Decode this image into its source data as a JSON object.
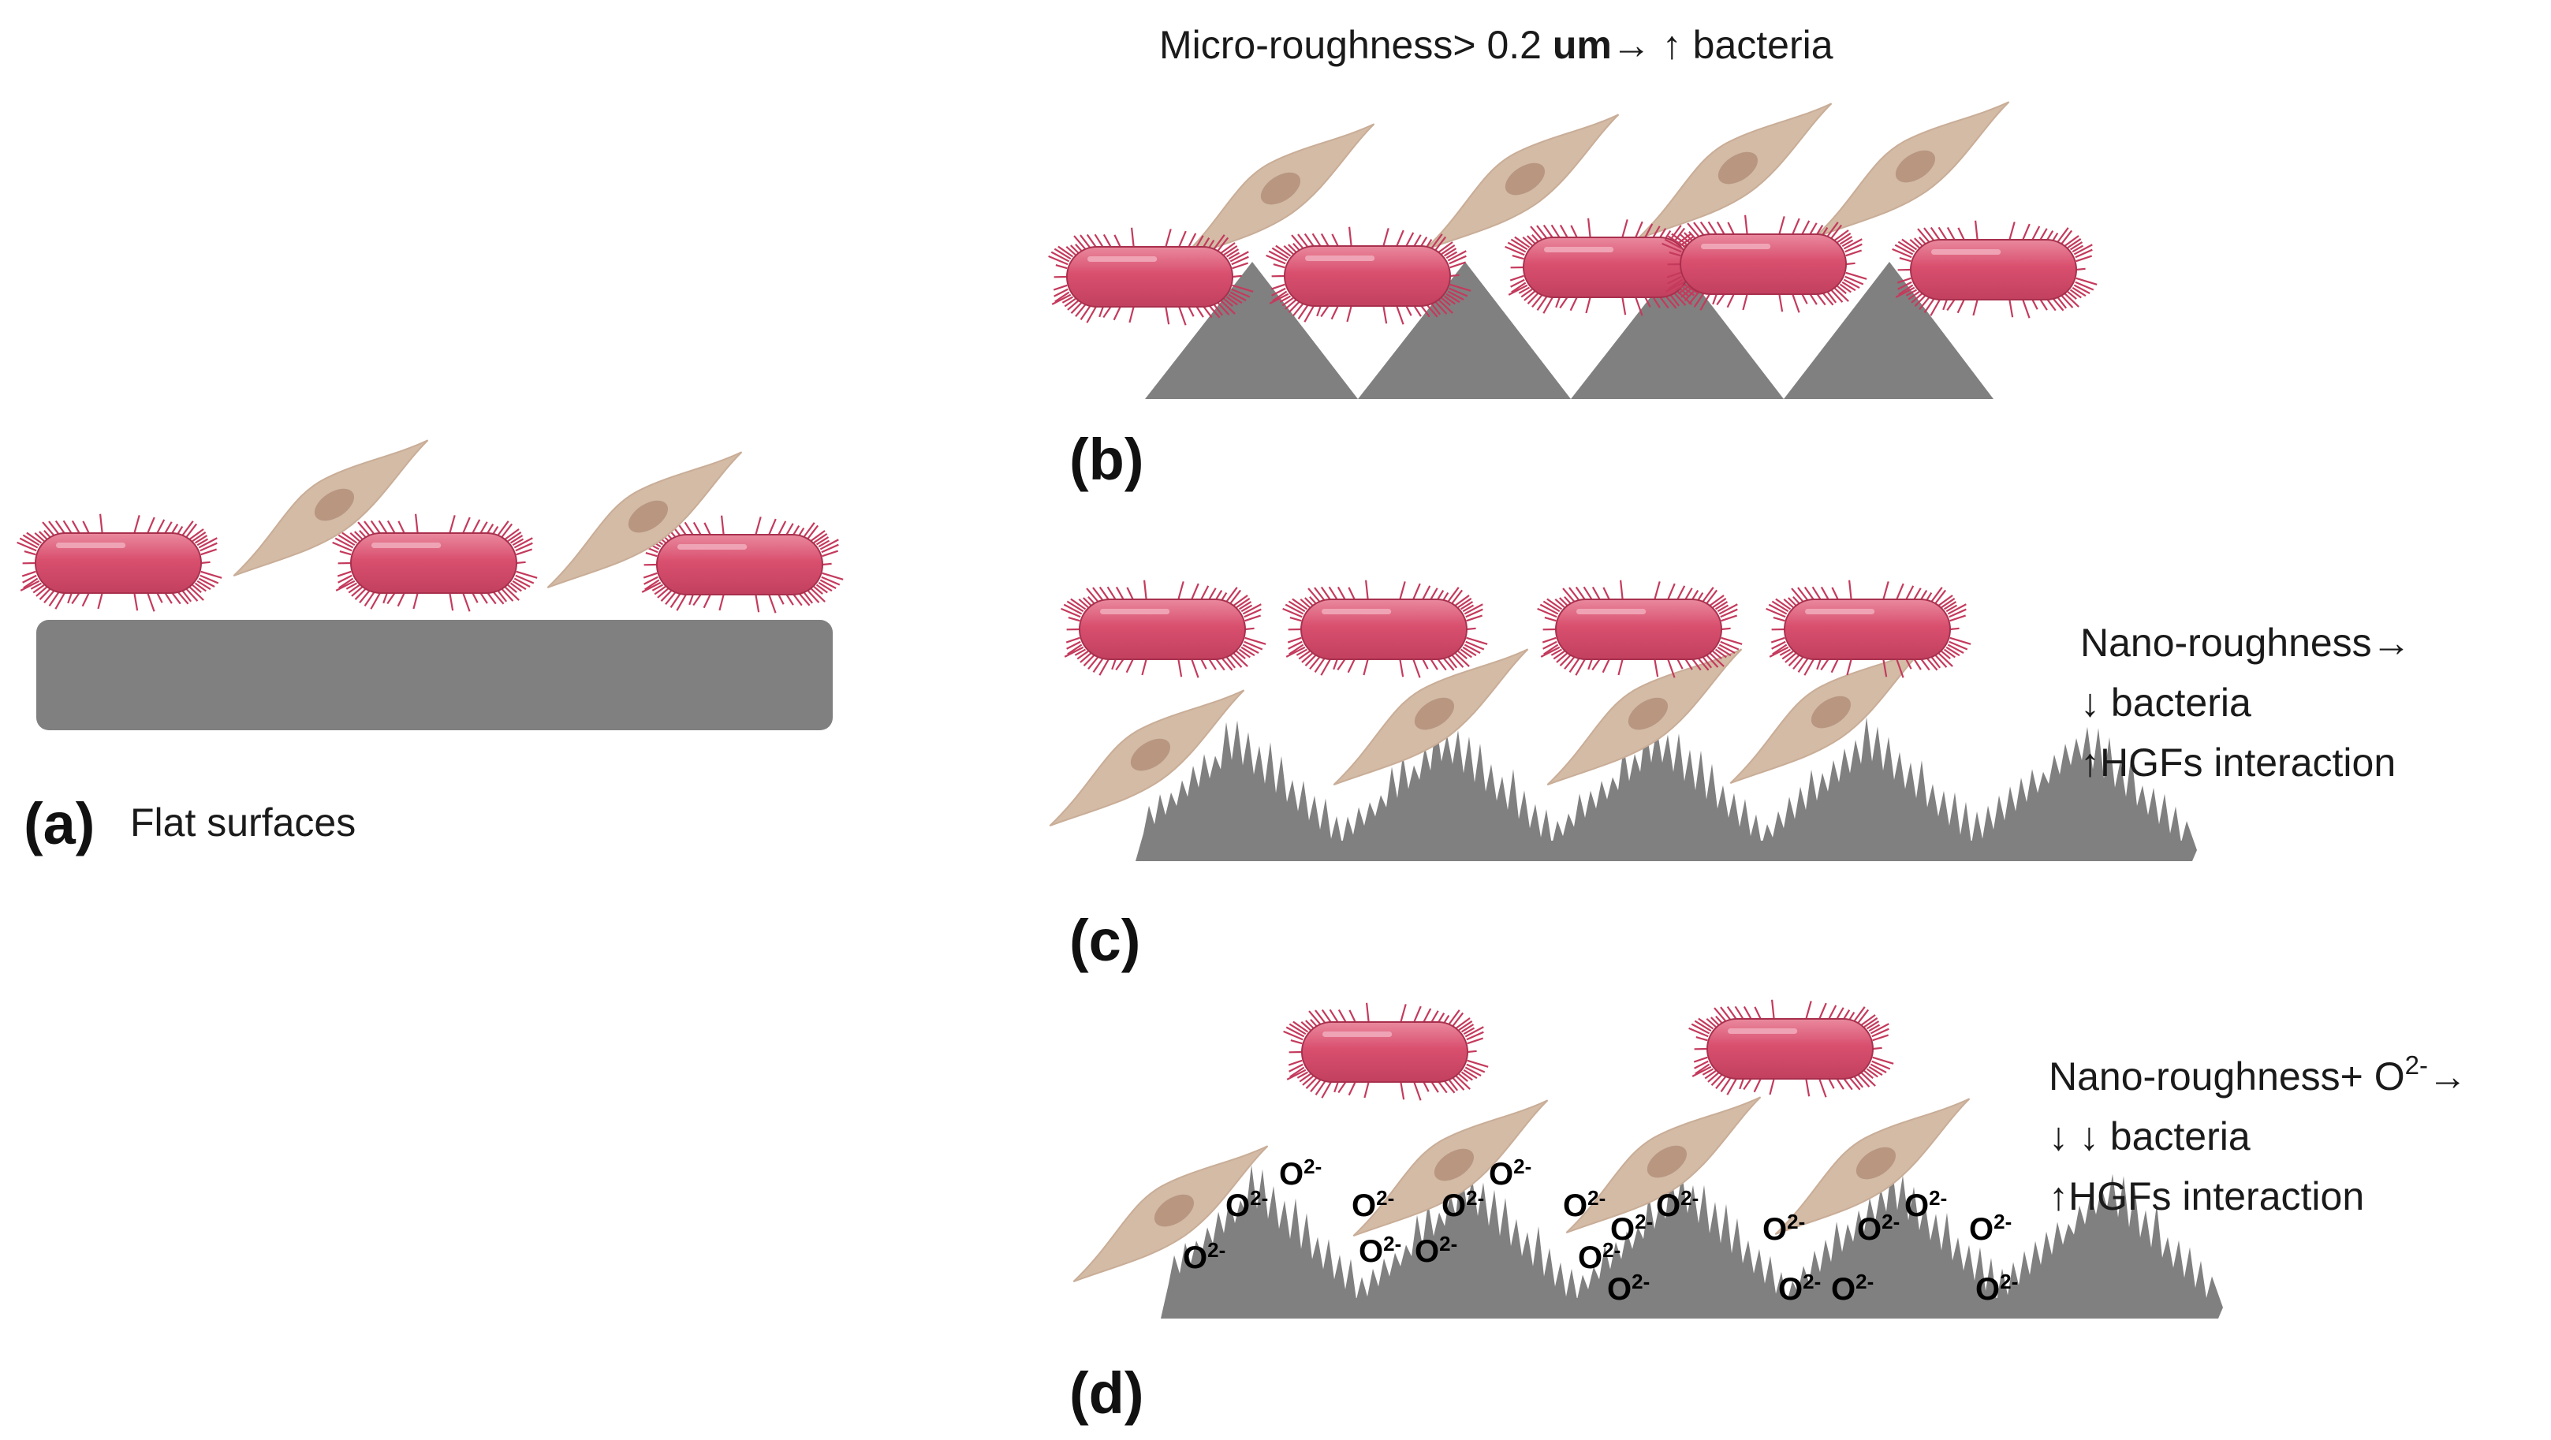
{
  "colors": {
    "surface": "#808080",
    "bacterium": "#d94f6e",
    "bacterium_stroke": "#a8304d",
    "pili": "#c43a5c",
    "fibroblast": "#d3bba6",
    "fibroblast_nucleus": "#b89680",
    "text": "#1a1a1a"
  },
  "panels": {
    "a": {
      "tag": "(a)",
      "caption": "Flat surfaces"
    },
    "b": {
      "tag": "(b)",
      "caption_pre": "Micro-roughness> 0.2 ",
      "caption_unit": "um",
      "caption_post": "→ ↑ bacteria"
    },
    "c": {
      "tag": "(c)",
      "line1": "Nano-roughness→",
      "line2": "↓ bacteria",
      "line3": "↑HGFs interaction"
    },
    "d": {
      "tag": "(d)",
      "line1_pre": "Nano-roughness+ O",
      "line1_sup": "2-",
      "line1_post": "→",
      "line2": "↓ ↓ bacteria",
      "line3": "↑HGFs interaction"
    }
  },
  "oxygen_ion": {
    "base": "O",
    "charge": "2-"
  }
}
